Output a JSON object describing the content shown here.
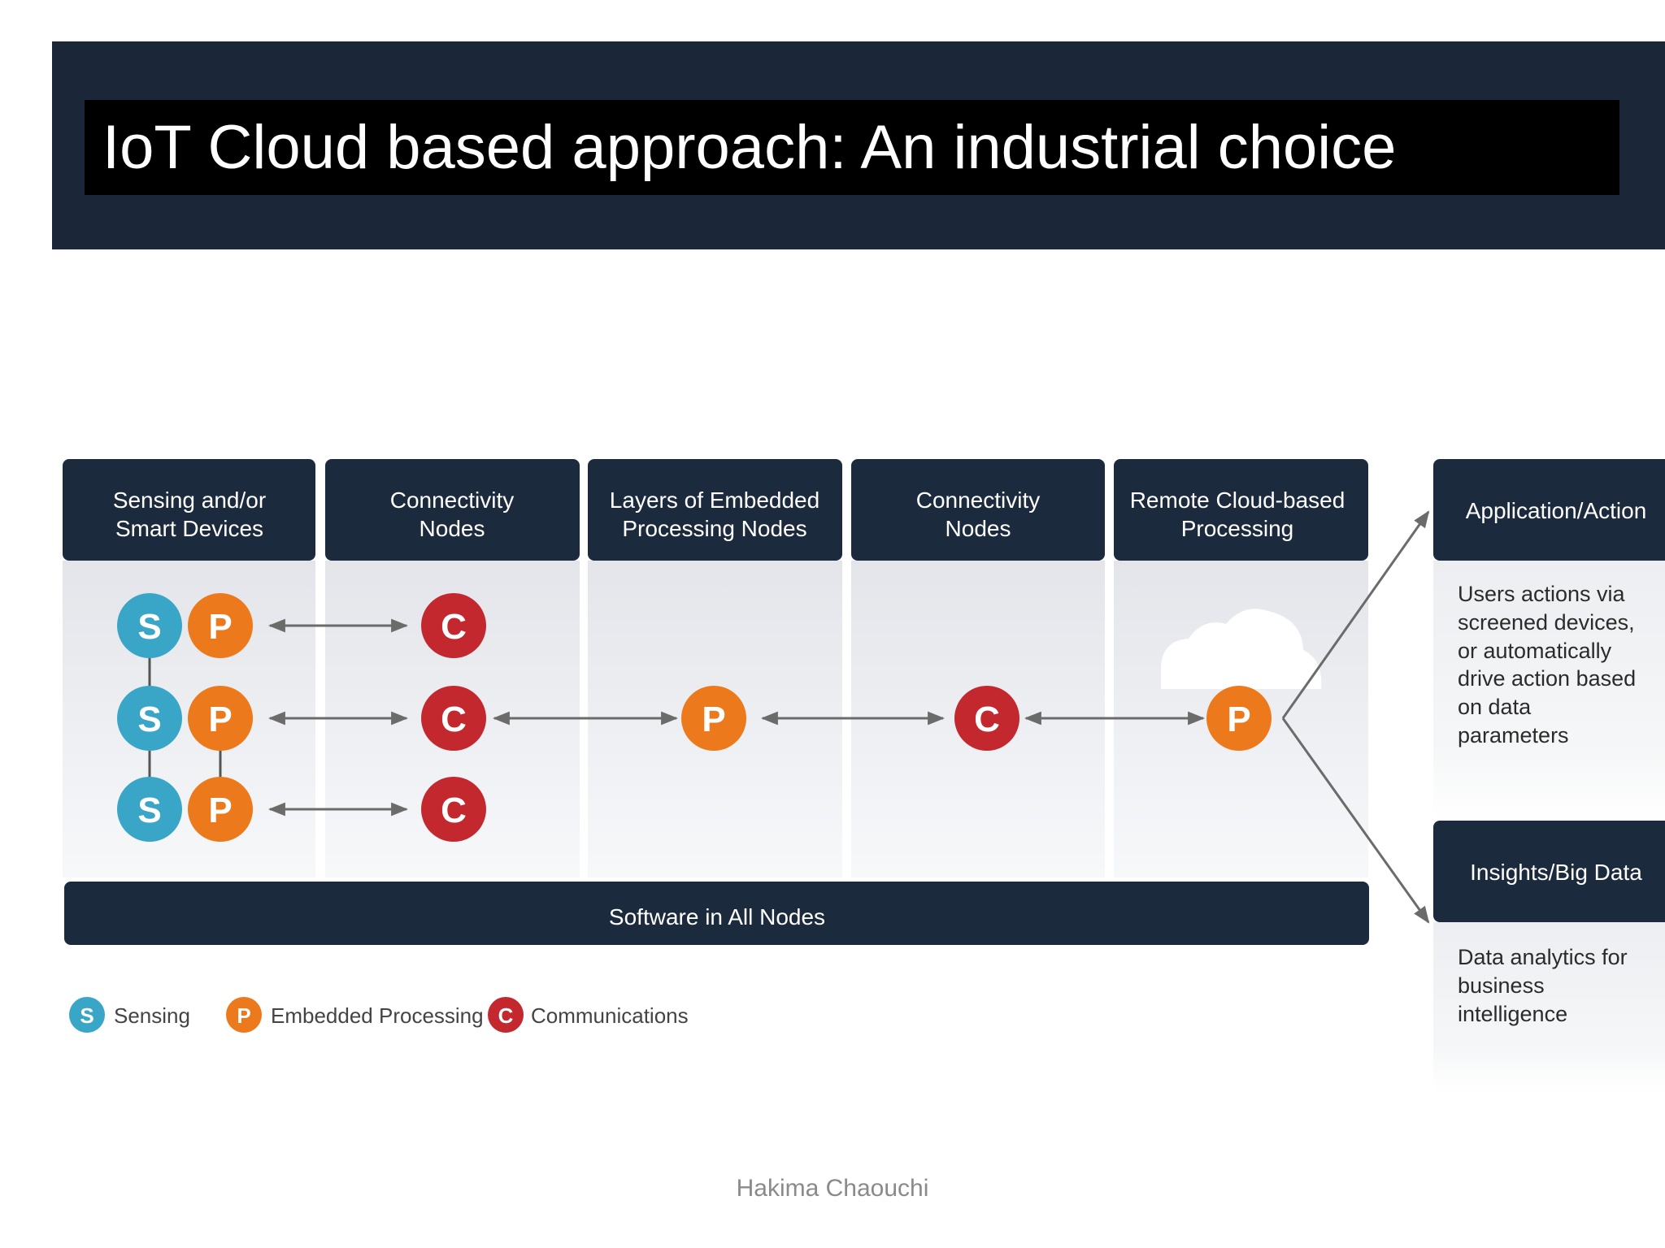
{
  "slide": {
    "title": "IoT Cloud based approach: An industrial choice",
    "footer": "Hakima Chaouchi"
  },
  "diagram": {
    "columns": [
      {
        "line1": "Sensing and/or",
        "line2": "Smart Devices"
      },
      {
        "line1": "Connectivity",
        "line2": "Nodes"
      },
      {
        "line1": "Layers of Embedded",
        "line2": "Processing Nodes"
      },
      {
        "line1": "Connectivity",
        "line2": "Nodes"
      },
      {
        "line1": "Remote Cloud-based",
        "line2": "Processing"
      }
    ],
    "node_letters": {
      "sensing": "S",
      "processing": "P",
      "communications": "C"
    },
    "software_bar": "Software in All Nodes",
    "application": {
      "header": "Application/Action",
      "body": [
        "Users actions via",
        "screened devices,",
        "or automatically",
        "drive action based",
        "on data",
        "parameters"
      ]
    },
    "insights": {
      "header": "Insights/Big Data",
      "body": [
        "Data analytics for",
        "business",
        "intelligence"
      ]
    },
    "legend": [
      {
        "letter": "S",
        "label": "Sensing",
        "color": "#3aa6c7"
      },
      {
        "letter": "P",
        "label": "Embedded Processing",
        "color": "#ec7a1d"
      },
      {
        "letter": "C",
        "label": "Communications",
        "color": "#c3282e"
      }
    ],
    "colors": {
      "header_navy": "#1c2a3d",
      "sensing": "#3aa6c7",
      "processing": "#ec7a1d",
      "communications": "#c3282e",
      "arrow": "#6b6b6b"
    }
  }
}
